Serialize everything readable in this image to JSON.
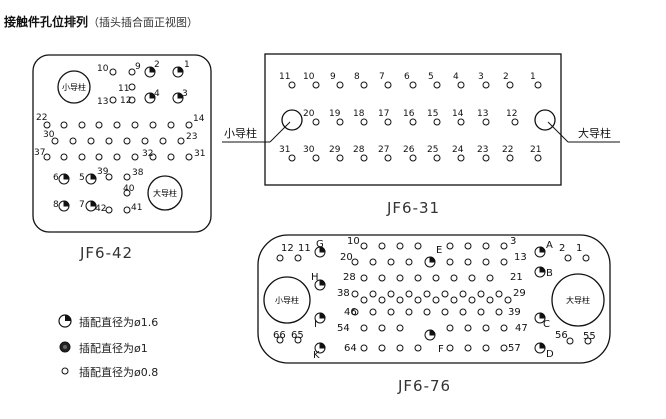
{
  "header": {
    "title": "接触件孔位排列",
    "subtitle": "（插头插合面正视图）"
  },
  "labels": {
    "small_guide": "小导柱",
    "large_guide": "大导柱"
  },
  "connectors": {
    "jf6_42": {
      "name": "JF6-42",
      "pins": [
        "10",
        "9",
        "2",
        "1",
        "11",
        "12",
        "4",
        "13",
        "3",
        "22",
        "14",
        "30",
        "23",
        "37",
        "32",
        "31",
        "6",
        "5",
        "39",
        "38",
        "40",
        "8",
        "7",
        "42",
        "41"
      ]
    },
    "jf6_31": {
      "name": "JF6-31",
      "pins": [
        "11",
        "10",
        "9",
        "8",
        "7",
        "6",
        "5",
        "4",
        "3",
        "2",
        "1",
        "20",
        "19",
        "18",
        "17",
        "16",
        "15",
        "14",
        "13",
        "12",
        "31",
        "30",
        "29",
        "28",
        "27",
        "26",
        "25",
        "24",
        "23",
        "22",
        "21"
      ]
    },
    "jf6_76": {
      "name": "JF6-76",
      "pins": [
        "12",
        "11",
        "10",
        "20",
        "3",
        "2",
        "1",
        "13",
        "21",
        "28",
        "29",
        "38",
        "39",
        "46",
        "47",
        "54",
        "55",
        "56",
        "66",
        "65",
        "64",
        "57"
      ],
      "letters": [
        "G",
        "E",
        "A",
        "H",
        "B",
        "C",
        "I",
        "K",
        "F",
        "D"
      ]
    }
  },
  "legend": [
    {
      "icon": "pin-1-6-icon",
      "text": "插配直径为ø1.6"
    },
    {
      "icon": "pin-1-icon",
      "text": "插配直径为ø1"
    },
    {
      "icon": "pin-0-8-icon",
      "text": "插配直径为ø0.8"
    }
  ]
}
